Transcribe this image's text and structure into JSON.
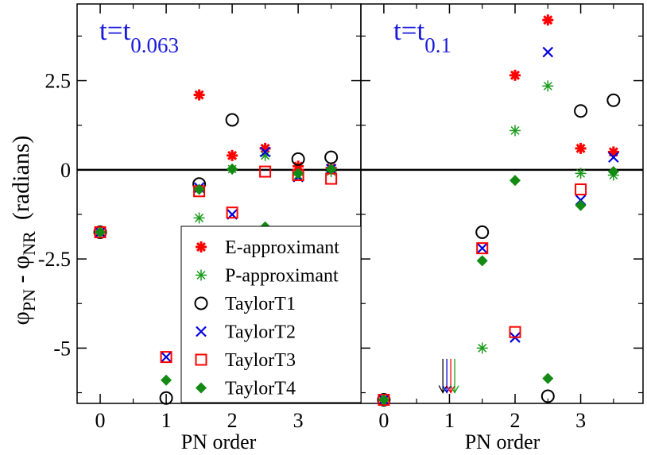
{
  "chart_data": {
    "type": "scatter",
    "ylabel_main": "φ",
    "ylabel_sub1": "PN",
    "ylabel_mid": " - φ",
    "ylabel_sub2": "NR",
    "ylabel_unit": "(radians)",
    "ylim": [
      -6.55,
      4.65
    ],
    "yticks": [
      2.5,
      0,
      -2.5,
      -5
    ],
    "ytick_labels": [
      "2.5",
      "0",
      "-2.5",
      "-5"
    ],
    "series_styles": [
      {
        "name": "E-approximant",
        "marker": "asterisk-bold",
        "color": "#ff0000"
      },
      {
        "name": "P-approximant",
        "marker": "asterisk-thin",
        "color": "#1a9a1a"
      },
      {
        "name": "TaylorT1",
        "marker": "circle",
        "color": "#000000"
      },
      {
        "name": "TaylorT2",
        "marker": "x",
        "color": "#0000dd"
      },
      {
        "name": "TaylorT3",
        "marker": "square",
        "color": "#ff0000"
      },
      {
        "name": "TaylorT4",
        "marker": "diamond",
        "color": "#138a13"
      }
    ],
    "panels": [
      {
        "title_main": "t=t",
        "title_sub": "0.063",
        "xlabel": "PN order",
        "xlim": [
          -0.35,
          3.95
        ],
        "xticks": [
          0,
          1,
          2,
          3
        ],
        "xtick_labels": [
          "0",
          "1",
          "2",
          "3"
        ],
        "series": [
          {
            "name": "E-approximant",
            "x": [
              0,
              1.5,
              2,
              2.5,
              3,
              3.5
            ],
            "y": [
              -1.75,
              2.1,
              0.4,
              0.6,
              0.1,
              0.05
            ]
          },
          {
            "name": "P-approximant",
            "x": [
              0,
              1.5,
              2,
              2.5,
              3,
              3.5
            ],
            "y": [
              -1.75,
              -1.35,
              0.02,
              0.4,
              -0.15,
              -0.05
            ]
          },
          {
            "name": "TaylorT1",
            "x": [
              0,
              1,
              1.5,
              2,
              2.5,
              3,
              3.5
            ],
            "y": [
              -1.75,
              -6.4,
              -0.4,
              1.4,
              -1.75,
              0.3,
              0.35
            ]
          },
          {
            "name": "TaylorT2",
            "x": [
              0,
              1,
              1.5,
              2,
              2.5,
              3,
              3.5
            ],
            "y": [
              -1.75,
              -5.25,
              -0.5,
              -1.25,
              0.5,
              -0.2,
              0.02
            ]
          },
          {
            "name": "TaylorT3",
            "x": [
              0,
              1,
              1.5,
              2,
              2.5,
              3,
              3.5
            ],
            "y": [
              -1.75,
              -5.25,
              -0.6,
              -1.2,
              -0.05,
              -0.15,
              -0.25
            ]
          },
          {
            "name": "TaylorT4",
            "x": [
              0,
              1,
              1.5,
              2,
              2.5,
              3,
              3.5
            ],
            "y": [
              -1.75,
              -5.9,
              -0.55,
              0.02,
              -1.6,
              -0.1,
              0.02
            ]
          }
        ],
        "arrows": []
      },
      {
        "title_main": "t=t",
        "title_sub": "0.1",
        "xlabel": "PN order",
        "xlim": [
          -0.35,
          3.95
        ],
        "xticks": [
          0,
          1,
          2,
          3
        ],
        "xtick_labels": [
          "0",
          "1",
          "2",
          "3"
        ],
        "series": [
          {
            "name": "E-approximant",
            "x": [
              0,
              2,
              2.5,
              3,
              3.5
            ],
            "y": [
              -6.45,
              2.65,
              4.2,
              0.6,
              0.5
            ]
          },
          {
            "name": "P-approximant",
            "x": [
              0,
              1.5,
              2,
              2.5,
              3,
              3.5
            ],
            "y": [
              -6.45,
              -5.0,
              1.1,
              2.35,
              -0.1,
              -0.15
            ]
          },
          {
            "name": "TaylorT1",
            "x": [
              0,
              1.5,
              2.5,
              3,
              3.5
            ],
            "y": [
              -6.45,
              -1.75,
              -6.35,
              1.65,
              1.95
            ]
          },
          {
            "name": "TaylorT2",
            "x": [
              0,
              1.5,
              2,
              2.5,
              3,
              3.5
            ],
            "y": [
              -6.45,
              -2.2,
              -4.7,
              3.3,
              -0.85,
              0.35
            ]
          },
          {
            "name": "TaylorT3",
            "x": [
              0,
              1.5,
              2,
              3
            ],
            "y": [
              -6.45,
              -2.2,
              -4.55,
              -0.55
            ]
          },
          {
            "name": "TaylorT4",
            "x": [
              0,
              1.5,
              2,
              2.5,
              3,
              3.5
            ],
            "y": [
              -6.45,
              -2.55,
              -0.3,
              -5.85,
              -1.0,
              -0.05
            ]
          }
        ],
        "arrows": [
          {
            "x": 0.9,
            "y_start": -5.3,
            "y_end": -6.25,
            "color": "#000000"
          },
          {
            "x": 0.96,
            "y_start": -5.3,
            "y_end": -6.25,
            "color": "#0000dd"
          },
          {
            "x": 1.02,
            "y_start": -5.3,
            "y_end": -6.25,
            "color": "#ff0000"
          },
          {
            "x": 1.08,
            "y_start": -5.3,
            "y_end": -6.25,
            "color": "#1a9a1a"
          }
        ]
      }
    ]
  }
}
